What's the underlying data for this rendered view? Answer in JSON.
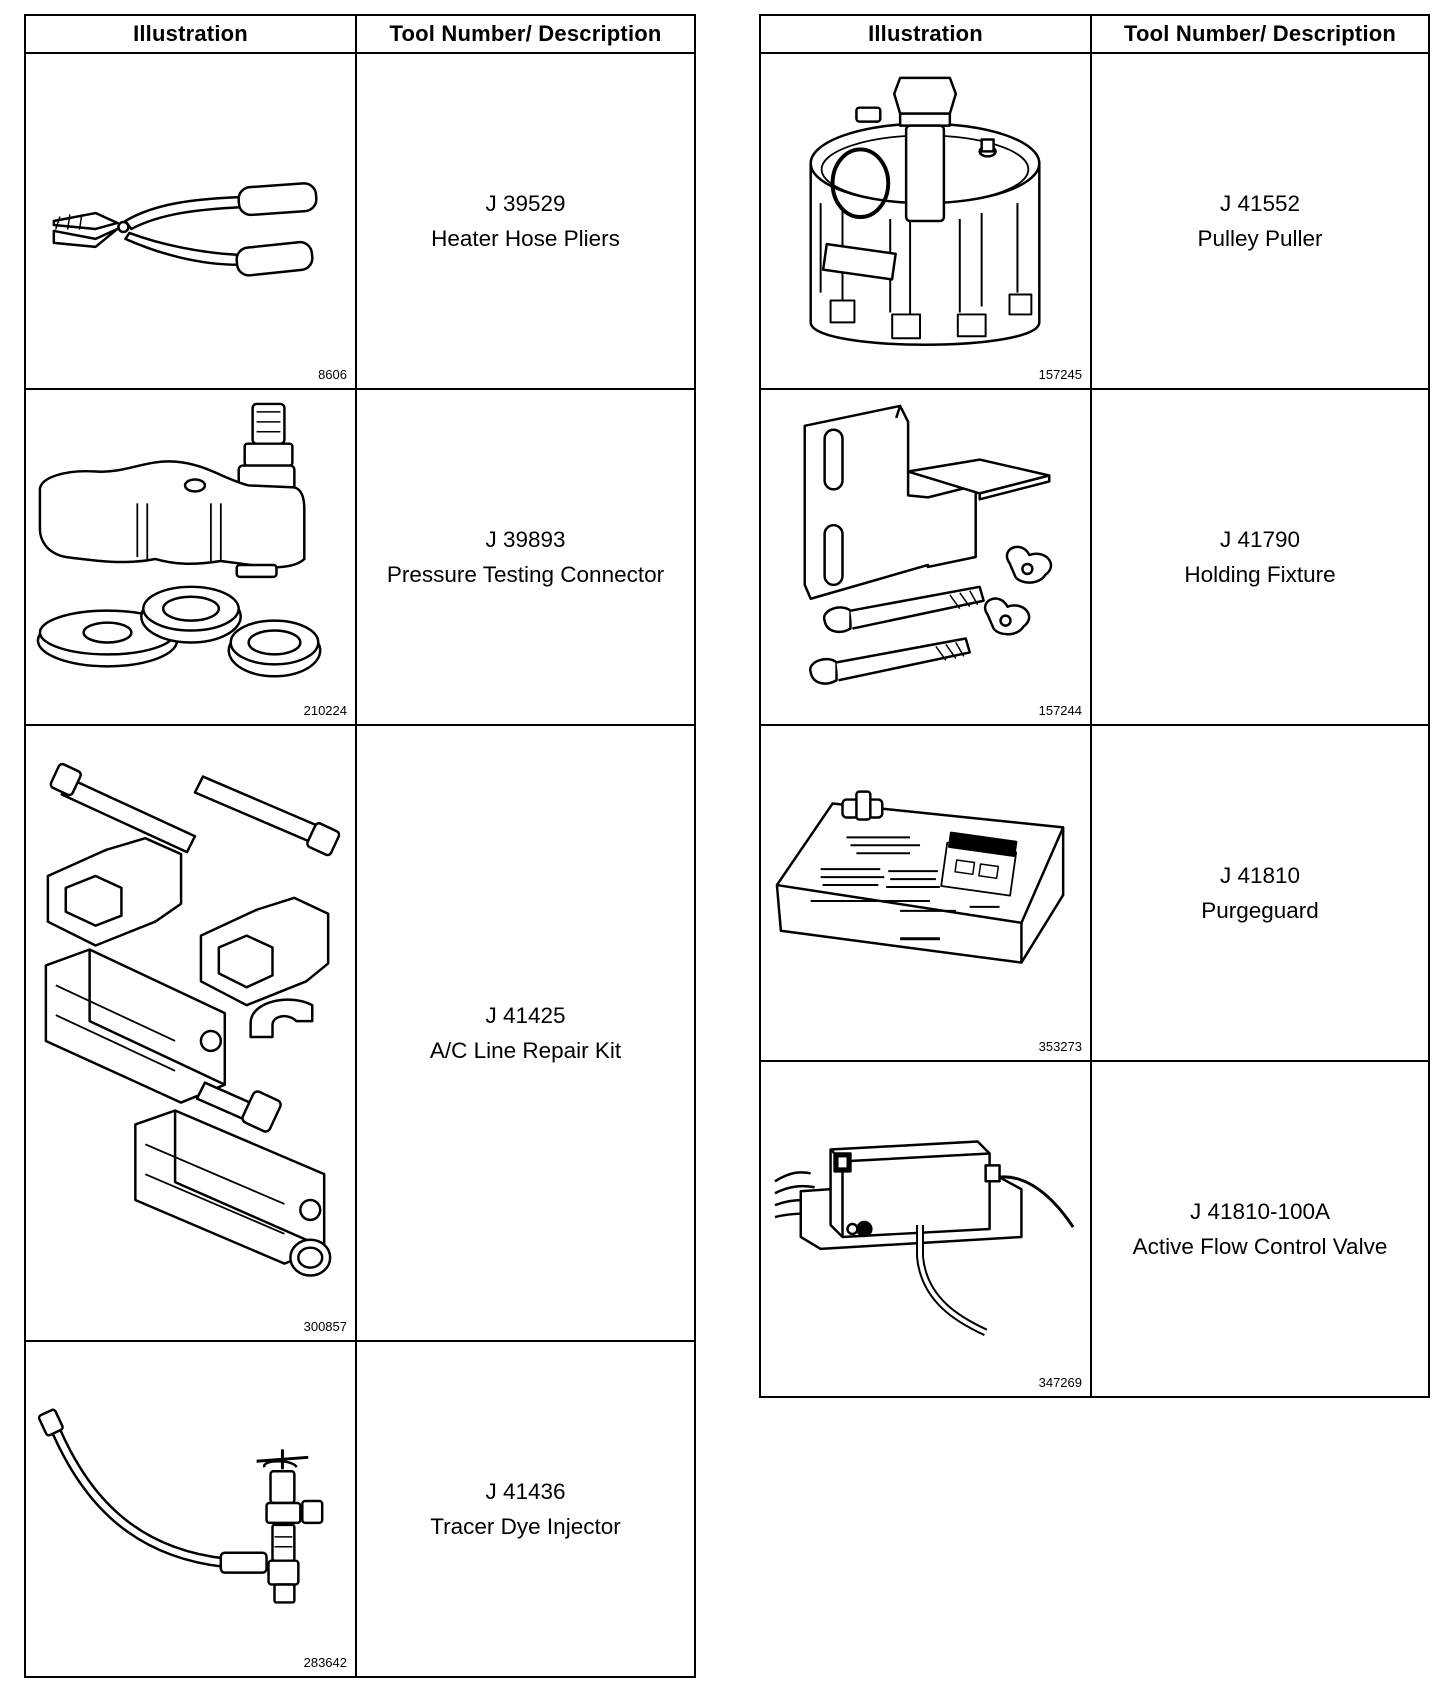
{
  "headers": {
    "illustration": "Illustration",
    "tool": "Tool Number/ Description"
  },
  "left_tools": [
    {
      "number": "J 39529",
      "description": "Heater Hose Pliers",
      "figure": "8606",
      "icon": "heater-hose-pliers-icon"
    },
    {
      "number": "J 39893",
      "description": "Pressure Testing Connector",
      "figure": "210224",
      "icon": "pressure-testing-connector-icon"
    },
    {
      "number": "J 41425",
      "description": "A/C Line Repair Kit",
      "figure": "300857",
      "icon": "ac-line-repair-kit-icon"
    },
    {
      "number": "J 41436",
      "description": "Tracer Dye Injector",
      "figure": "283642",
      "icon": "tracer-dye-injector-icon"
    }
  ],
  "right_tools": [
    {
      "number": "J 41552",
      "description": "Pulley Puller",
      "figure": "157245",
      "icon": "pulley-puller-icon"
    },
    {
      "number": "J 41790",
      "description": "Holding Fixture",
      "figure": "157244",
      "icon": "holding-fixture-icon"
    },
    {
      "number": "J 41810",
      "description": "Purgeguard",
      "figure": "353273",
      "icon": "purgeguard-icon"
    },
    {
      "number": "J 41810-100A",
      "description": "Active Flow Control Valve",
      "figure": "347269",
      "icon": "active-flow-control-valve-icon"
    }
  ]
}
